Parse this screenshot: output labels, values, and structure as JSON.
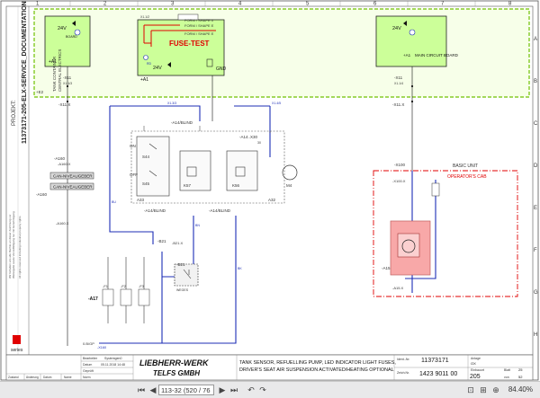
{
  "frame": {
    "columns": [
      "1",
      "2",
      "3",
      "4",
      "5",
      "6",
      "7",
      "8"
    ],
    "rows": [
      "A",
      "B",
      "C",
      "D",
      "E",
      "F",
      "G",
      "H"
    ]
  },
  "left_strip": {
    "project_label": "PROJEKT:",
    "project_number": "11373171-205-ELX-SERVICE_DOCUMENTATION",
    "copyright_lines": [
      "Wir behalten uns alle Rechte an dieser Zeichnung vor",
      "Weitergabe sowie Vervielfältigung nur mit Genehmigung",
      "All rights reserved including industrial property rights"
    ],
    "logo_text": "series"
  },
  "modules": {
    "tank": {
      "title_lines": [
        "TANK CONTAINER",
        "CENTRAL ELECTRICS",
        "BOARD"
      ],
      "tag": "+E2",
      "ref": "+A1",
      "x_top": "-X11",
      "x_top_pin": "X1.1/3",
      "x_bot": "-X11.X",
      "v24": "24V"
    },
    "fuse": {
      "title": "FUSE-TEST",
      "form1": "FORM / SHAPE 0",
      "form2": "FORM / SHAPE E",
      "form3": "FORM / SHAPE E",
      "ref": "+A1",
      "gnd": "GND",
      "v24": "24V",
      "pin": "X1.1/2"
    },
    "main": {
      "title": "MAIN CIRCUIT BOARD",
      "ref": "+A1",
      "x_top": "-X11",
      "x_top_pin": "X1.1/4",
      "x_bot": "-X11.X",
      "v24": "24V"
    },
    "basic_unit": {
      "title": "BASIC UNIT",
      "subtitle": "OPERATOR'S CAB",
      "x_top": "-X100",
      "x_mid": "-X100.X",
      "device": "-A15",
      "x_bot": "-A15.X"
    }
  },
  "labels": {
    "a14_blind_top": "-A14/BLIND",
    "a14_x30": "-A14..X30",
    "a14_x30_pin": "30",
    "a14_blind_bot1": "-A14/BLIND",
    "a14_blind_bot2": "-A14/BLIND",
    "k57": "K57",
    "k56": "K56",
    "m4": "M4",
    "s44": "S44",
    "s45": "S45",
    "on": "ON",
    "off": "OFF",
    "a33": "A33",
    "a32": "A32",
    "a160_top": "-A160",
    "a160_x": "-A160.X",
    "a160_bot": "-A160",
    "can1": "CAN-NIVEAUGEBER",
    "can2": "CAN-NIVEAUGEBER",
    "a160x_bot": "-A160.X",
    "b21": "-B21",
    "b21_x": "-B21.X",
    "b21_dev": "-B21",
    "b21_type": "WEGES",
    "a17": "-A17",
    "f1": "-F1",
    "f2": "-F2",
    "f3": "-F3",
    "x160_pin": "-X160",
    "gnd_bottom": "0.B/GP",
    "wire_red": "RD",
    "wire_bk": "BK",
    "wire_bu": "BU",
    "wire_bn": "BN",
    "x1_3": "X1.3/3",
    "x1_4": "X1.4/5"
  },
  "title_block": {
    "bearb_label": "Bearbeiter",
    "bearb_value": "Systemgen0",
    "date_label": "Datum",
    "date_value": "05.11.2018 14:48",
    "gepr_label": "Geprüft",
    "norm_label": "Norm",
    "rev_headers": [
      "Zustand",
      "Änderung",
      "Datum",
      "Name"
    ],
    "company1": "LIEBHERR-WERK",
    "company2": "TELFS GMBH",
    "description1": "TANK SENSOR, REFUELLING PUMP, LED INDICATOR LIGHT FUSES,",
    "description2": "DRIVER'S SEAT AIR SUSPENSION ACTIVATED/HEATING OPTIONAL",
    "ident_label": "Ident.-Nr.",
    "ident_value": "11373171",
    "zeich_label": "Zeich.Nr.",
    "zeich_value": "1423 9011 00",
    "anlage_label": "Anlage",
    "anlage_value": "OX",
    "ort_label": "Einbauort",
    "page_value": "205",
    "blatt_label": "Blatt",
    "blatt_value": "25",
    "von_label": "von",
    "von_value": "52"
  },
  "viewer": {
    "page_field": "113-32 (520 / 76",
    "zoom": "84.40%",
    "icons": [
      "first-page-icon",
      "previous-page-icon",
      "next-page-icon",
      "last-page-icon",
      "back-icon",
      "forward-icon"
    ]
  },
  "colors": {
    "module_fill": "#ccff99",
    "dashed_box": "#6fc000",
    "fuse_red": "#e00000",
    "wire_blue": "#1c2db6",
    "frame_red": "#e00000",
    "device_salmon": "#f8a8a8"
  }
}
